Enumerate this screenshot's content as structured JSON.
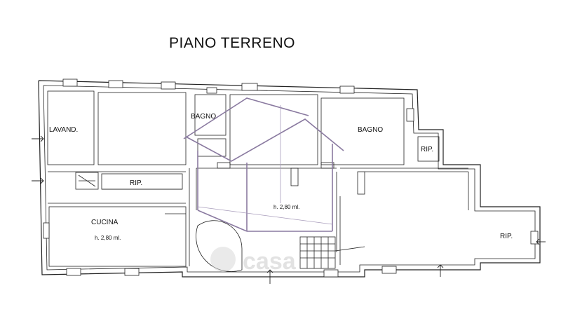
{
  "title": "PIANO TERRENO",
  "rooms": {
    "lavand": "LAVAND.",
    "bagno_small": "BAGNO",
    "bagno_large": "BAGNO",
    "rip_corridor": "RIP.",
    "rip_small": "RIP.",
    "rip_right": "RIP.",
    "cucina": "CUCINA"
  },
  "notes": {
    "cucina_height": "h. 2,80 ml.",
    "center_height": "h. 2,80 ml."
  },
  "watermark": "casa",
  "colors": {
    "walls": "#222222",
    "overlay": "#8a7aa0",
    "background": "#ffffff"
  }
}
